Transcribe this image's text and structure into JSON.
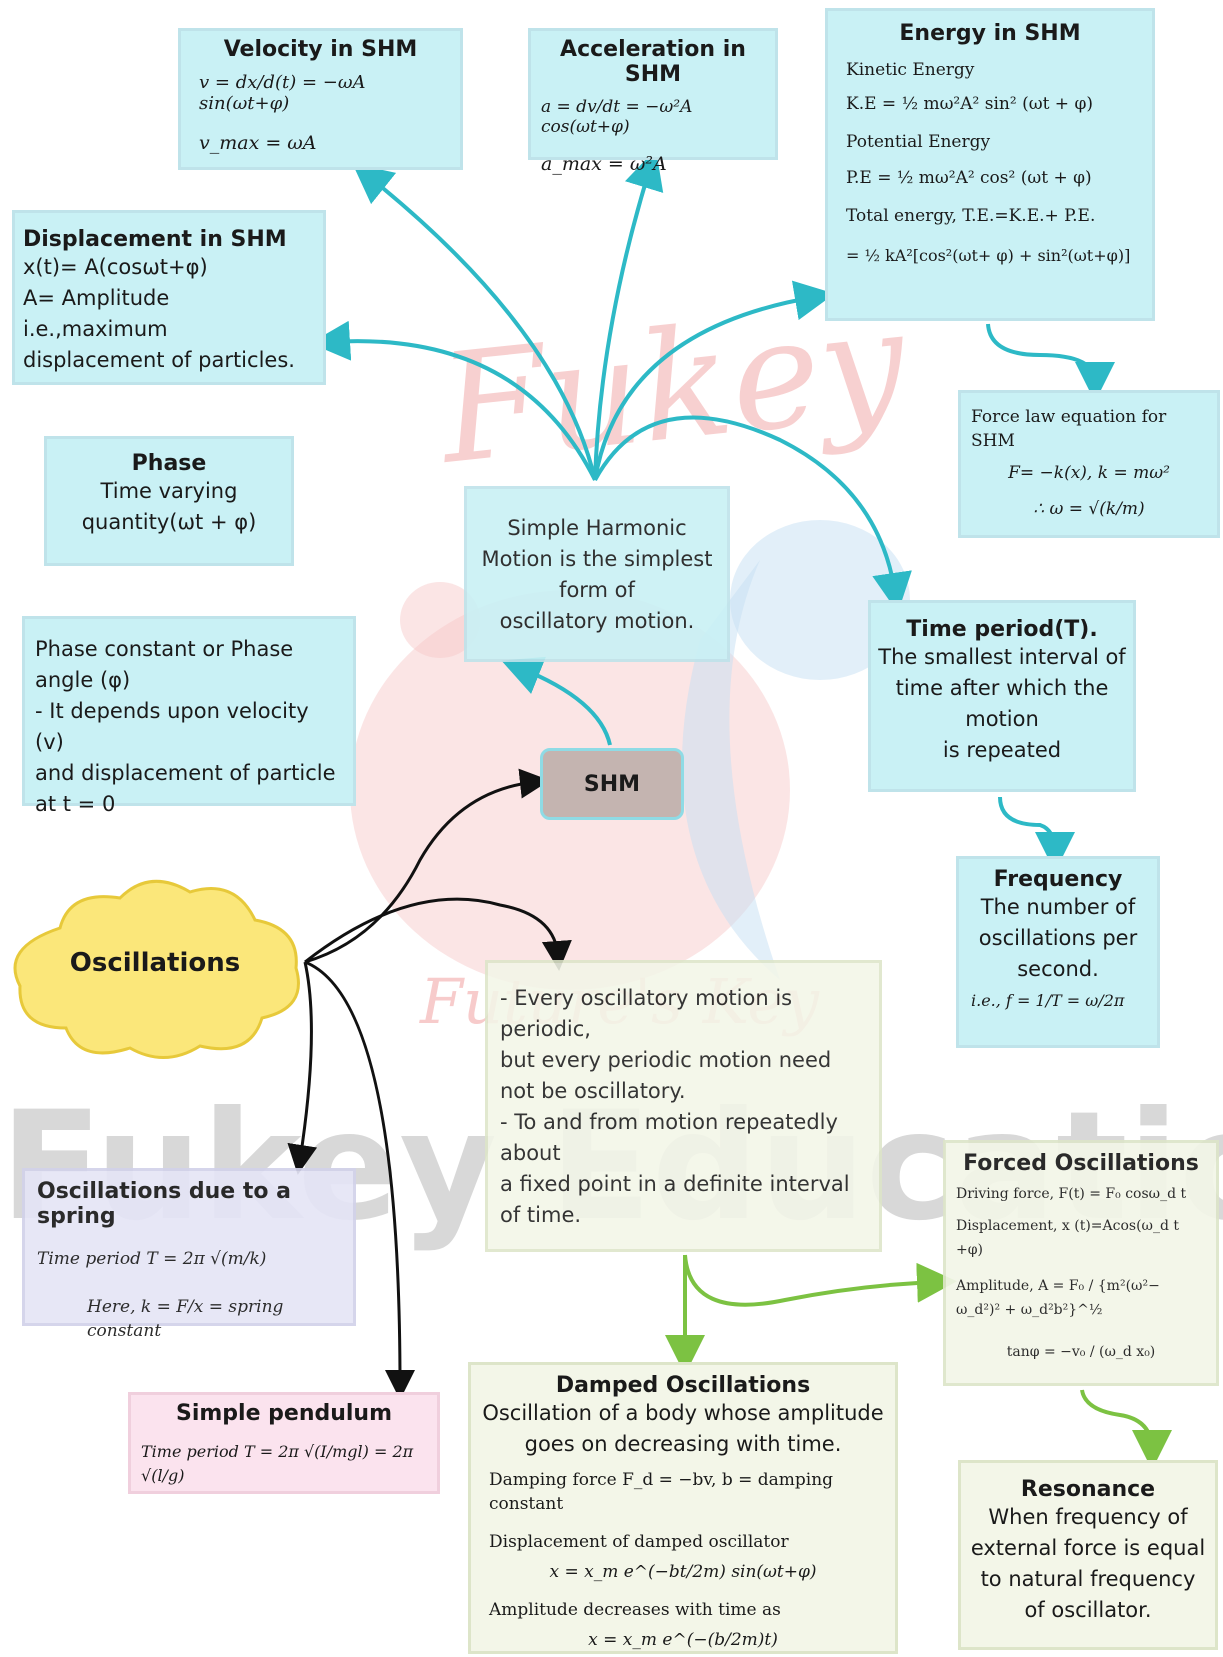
{
  "velocity": {
    "title": "Velocity in SHM",
    "eq1": "v = dx/d(t) = −ωA sin(ωt+φ)",
    "eq2": "v_max = ωA"
  },
  "acceleration": {
    "title": "Acceleration in SHM",
    "eq1": "a = dv/dt = −ω²A cos(ωt+φ)",
    "eq2": "a_max = ω²A"
  },
  "energy": {
    "title": "Energy in SHM",
    "ke_label": "Kinetic Energy",
    "ke_eq": "K.E = ½ mω²A² sin² (ωt + φ)",
    "pe_label": "Potential Energy",
    "pe_eq": "P.E = ½ mω²A² cos² (ωt + φ)",
    "total": "Total energy, T.E.=K.E.+ P.E.",
    "total_eq": "= ½ kA²[cos²(ωt+ φ) + sin²(ωt+φ)]"
  },
  "displacement": {
    "title": "Displacement in SHM",
    "line1": "x(t)= A(cosωt+φ)",
    "line2": "A= Amplitude i.e.,maximum",
    "line3": "displacement of particles."
  },
  "force_law": {
    "title": "Force law equation for SHM",
    "eq1": "F= −k(x), k = mω²",
    "eq2": "∴ ω = √(k/m)"
  },
  "phase": {
    "title": "Phase",
    "line1": "Time varying",
    "line2": "quantity(ωt + φ)"
  },
  "center": {
    "lines": [
      "Simple Harmonic",
      "Motion is the simplest",
      "form of",
      "oscillatory motion."
    ]
  },
  "phase_constant": {
    "lines": [
      "Phase constant or Phase",
      "angle (φ)",
      "- It depends upon velocity (v)",
      "and displacement of particle",
      "at t = 0"
    ]
  },
  "time_period": {
    "title": "Time period(T).",
    "lines": [
      "The smallest interval of",
      "time after which the",
      "motion",
      "is repeated"
    ]
  },
  "shm": {
    "label": "SHM"
  },
  "frequency": {
    "title": "Frequency",
    "lines": [
      "The number of",
      "oscillations per",
      "second."
    ],
    "eq": "i.e.,      f = 1/T = ω/2π"
  },
  "oscillations": {
    "label": "Oscillations"
  },
  "periodic": {
    "lines": [
      "- Every oscillatory motion is",
      "periodic,",
      "but every periodic motion need",
      "not be oscillatory.",
      "- To and from motion repeatedly",
      "about",
      "a fixed point in a definite interval",
      "of time."
    ]
  },
  "spring": {
    "title": "Oscillations due to a spring",
    "eq1": "Time period T = 2π √(m/k)",
    "eq2": "Here, k = F/x = spring constant"
  },
  "forced": {
    "title": "Forced Oscillations",
    "eq1": "Driving force, F(t) = F₀ cosω_d t",
    "eq2": "Displacement, x (t)=Acos(ω_d t +φ)",
    "eq3": "Amplitude, A = F₀ / {m²(ω²− ω_d²)² + ω_d²b²}^½",
    "eq4": "tanφ = −v₀ / (ω_d x₀)"
  },
  "pendulum": {
    "title": "Simple pendulum",
    "eq1": "Time period T = 2π √(I/mgl) = 2π √(l/g)"
  },
  "damped": {
    "title": "Damped Oscillations",
    "lines": [
      "Oscillation of a body whose amplitude",
      "goes on decreasing with time."
    ],
    "eq1": "Damping force F_d = −bv, b = damping constant",
    "eq2": "Displacement of damped oscillator",
    "eq3": "x = x_m e^(−bt/2m) sin(ωt+φ)",
    "eq4": "Amplitude decreases with time as",
    "eq5": "x = x_m e^(−(b/2m)t)"
  },
  "resonance": {
    "title": "Resonance",
    "lines": [
      "When frequency of",
      "external force is equal",
      "to natural frequency",
      "of oscillator."
    ]
  },
  "watermark": {
    "logo": "Fukey",
    "tagline": "Future's Key",
    "banner": "Fukey Educatio"
  },
  "colors": {
    "cyan_box": "#c9f1f5",
    "green_box": "#f3f6e8",
    "arrow_cyan": "#2db9c6",
    "arrow_green": "#7cc242",
    "arrow_black": "#111111",
    "cloud": "#fbe77a"
  }
}
